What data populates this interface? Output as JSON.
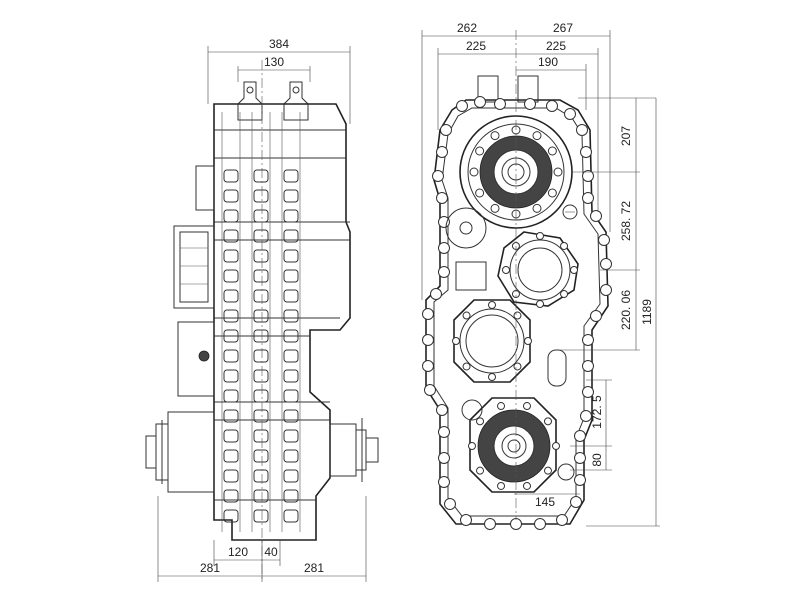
{
  "drawing": {
    "side_view": {
      "dim_top_overall": "384",
      "dim_top_lugs": "130",
      "dim_bottom_a": "120",
      "dim_bottom_b": "40",
      "dim_bottom_left": "281",
      "dim_bottom_right": "281"
    },
    "front_view": {
      "dim_top_left_outer": "262",
      "dim_top_right_outer": "267",
      "dim_top_left_inner": "225",
      "dim_top_right_inner": "225",
      "dim_top_190": "190",
      "dim_right_207": "207",
      "dim_right_258": "258. 72",
      "dim_right_220": "220. 06",
      "dim_right_1189": "1189",
      "dim_right_172": "172. 5",
      "dim_right_80": "80",
      "dim_bottom_145": "145"
    }
  }
}
